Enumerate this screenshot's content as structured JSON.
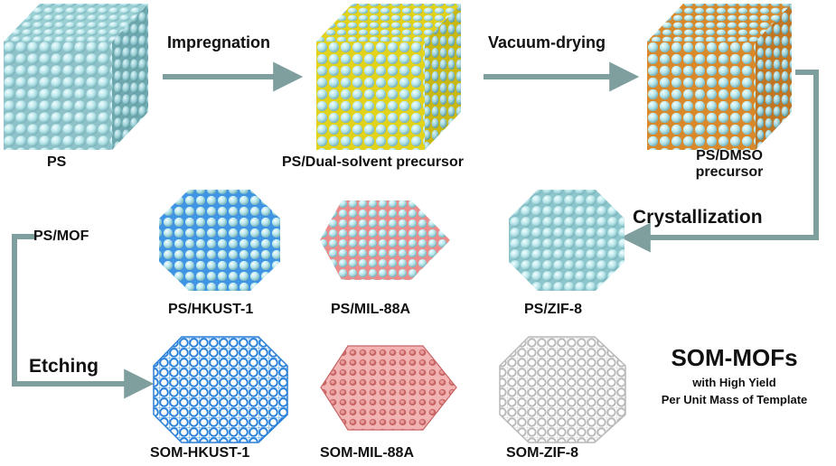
{
  "labels": {
    "ps": "PS",
    "ps_dual": "PS/Dual-solvent precursor",
    "ps_dmso_1": "PS/DMSO",
    "ps_dmso_2": "precursor",
    "ps_mof": "PS/MOF",
    "ps_hkust": "PS/HKUST-1",
    "ps_mil": "PS/MIL-88A",
    "ps_zif": "PS/ZIF-8",
    "som_hkust": "SOM-HKUST-1",
    "som_mil": "SOM-MIL-88A",
    "som_zif": "SOM-ZIF-8",
    "som_mofs": "SOM-MOFs",
    "yield_1": "with High Yield",
    "yield_2": "Per Unit Mass of Template"
  },
  "steps": {
    "impregnation": "Impregnation",
    "vacuum_drying": "Vacuum-drying",
    "crystallization": "Crystallization",
    "etching": "Etching"
  },
  "colors": {
    "sphere": "#b7e6ea",
    "sphere_edge": "#7fb8c0",
    "precursor_yellow": "#e2d21a",
    "precursor_orange": "#d9892a",
    "hkust_blue": "#3f95e4",
    "mil_pink": "#ea8c8c",
    "zif_gray": "#d2d2d2",
    "arrow": "#7f9f9f"
  },
  "icons": {
    "cube": "sphere-cube-icon",
    "polyhedron": "sphere-polyhedron-icon",
    "framework": "skeleton-framework-icon"
  }
}
